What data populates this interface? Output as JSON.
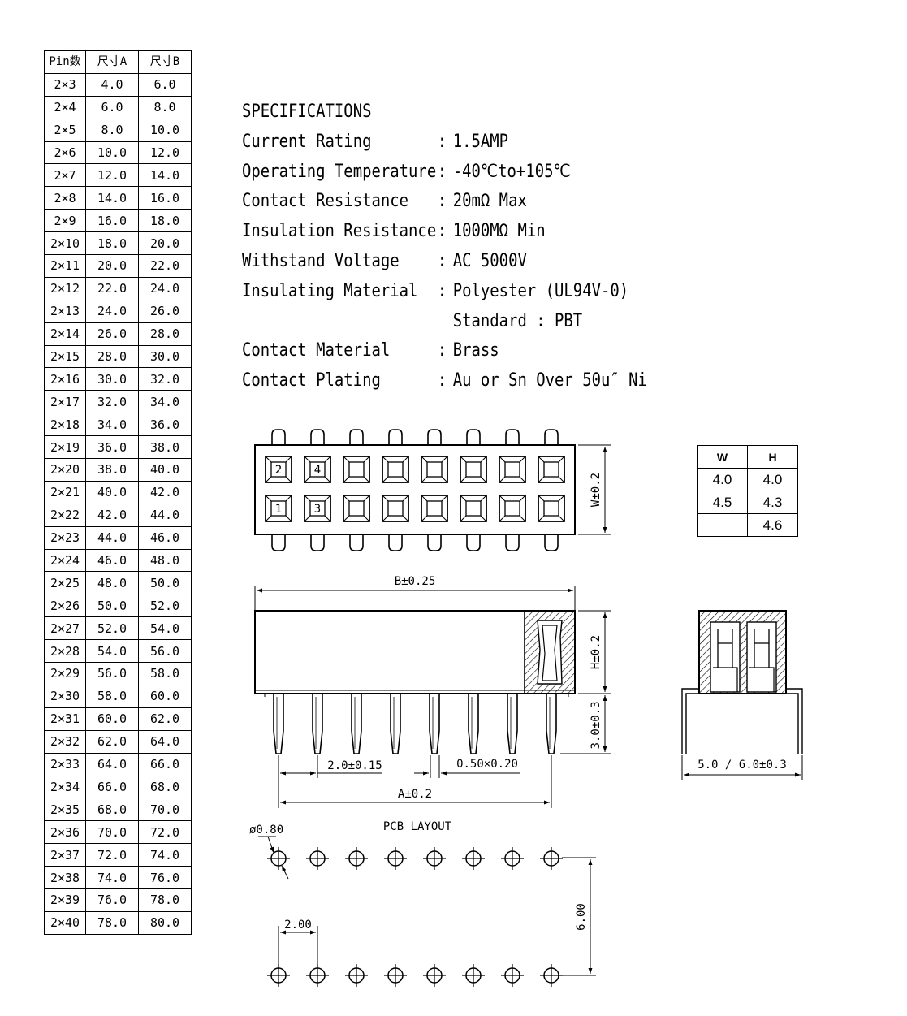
{
  "pin_table": {
    "headers": [
      "Pin数",
      "尺寸A",
      "尺寸B"
    ],
    "rows": [
      [
        "2×3",
        "4.0",
        "6.0"
      ],
      [
        "2×4",
        "6.0",
        "8.0"
      ],
      [
        "2×5",
        "8.0",
        "10.0"
      ],
      [
        "2×6",
        "10.0",
        "12.0"
      ],
      [
        "2×7",
        "12.0",
        "14.0"
      ],
      [
        "2×8",
        "14.0",
        "16.0"
      ],
      [
        "2×9",
        "16.0",
        "18.0"
      ],
      [
        "2×10",
        "18.0",
        "20.0"
      ],
      [
        "2×11",
        "20.0",
        "22.0"
      ],
      [
        "2×12",
        "22.0",
        "24.0"
      ],
      [
        "2×13",
        "24.0",
        "26.0"
      ],
      [
        "2×14",
        "26.0",
        "28.0"
      ],
      [
        "2×15",
        "28.0",
        "30.0"
      ],
      [
        "2×16",
        "30.0",
        "32.0"
      ],
      [
        "2×17",
        "32.0",
        "34.0"
      ],
      [
        "2×18",
        "34.0",
        "36.0"
      ],
      [
        "2×19",
        "36.0",
        "38.0"
      ],
      [
        "2×20",
        "38.0",
        "40.0"
      ],
      [
        "2×21",
        "40.0",
        "42.0"
      ],
      [
        "2×22",
        "42.0",
        "44.0"
      ],
      [
        "2×23",
        "44.0",
        "46.0"
      ],
      [
        "2×24",
        "46.0",
        "48.0"
      ],
      [
        "2×25",
        "48.0",
        "50.0"
      ],
      [
        "2×26",
        "50.0",
        "52.0"
      ],
      [
        "2×27",
        "52.0",
        "54.0"
      ],
      [
        "2×28",
        "54.0",
        "56.0"
      ],
      [
        "2×29",
        "56.0",
        "58.0"
      ],
      [
        "2×30",
        "58.0",
        "60.0"
      ],
      [
        "2×31",
        "60.0",
        "62.0"
      ],
      [
        "2×32",
        "62.0",
        "64.0"
      ],
      [
        "2×33",
        "64.0",
        "66.0"
      ],
      [
        "2×34",
        "66.0",
        "68.0"
      ],
      [
        "2×35",
        "68.0",
        "70.0"
      ],
      [
        "2×36",
        "70.0",
        "72.0"
      ],
      [
        "2×37",
        "72.0",
        "74.0"
      ],
      [
        "2×38",
        "74.0",
        "76.0"
      ],
      [
        "2×39",
        "76.0",
        "78.0"
      ],
      [
        "2×40",
        "78.0",
        "80.0"
      ]
    ]
  },
  "specifications": {
    "title": "SPECIFICATIONS",
    "colon": ":",
    "items": [
      {
        "label": "Current Rating",
        "value": "1.5AMP"
      },
      {
        "label": "Operating Temperature",
        "value": "-40℃to+105℃"
      },
      {
        "label": "Contact Resistance",
        "value": "20mΩ Max"
      },
      {
        "label": "Insulation Resistance",
        "value": "1000MΩ Min"
      },
      {
        "label": "Withstand Voltage",
        "value": "AC 5000V"
      },
      {
        "label": "Insulating Material",
        "value": "Polyester (UL94V-0)"
      },
      {
        "label": "",
        "value": "Standard : PBT"
      },
      {
        "label": "Contact Material",
        "value": "Brass"
      },
      {
        "label": "Contact Plating",
        "value": "Au or Sn Over 50u″ Ni"
      }
    ]
  },
  "wh_table": {
    "headers": [
      "W",
      "H"
    ],
    "rows": [
      [
        "4.0",
        "4.0"
      ],
      [
        "4.5",
        "4.3"
      ],
      [
        "",
        "4.6"
      ]
    ]
  },
  "top_view": {
    "pin_labels_top": [
      "2",
      "4"
    ],
    "pin_labels_bottom": [
      "1",
      "3"
    ],
    "width_dim": "W±0.2"
  },
  "side_view": {
    "length_dim": "B±0.25",
    "height_dim": "H±0.2",
    "tail_dim": "3.0±0.3",
    "pitch_dim": "2.0±0.15",
    "pin_dim": "0.50×0.20",
    "span_dim": "A±0.2"
  },
  "end_view": {
    "width_dim": "5.0 / 6.0±0.3"
  },
  "pcb_layout": {
    "title": "PCB LAYOUT",
    "hole_dim": "ø0.80",
    "pitch_dim": "2.00",
    "row_dim": "6.00"
  }
}
